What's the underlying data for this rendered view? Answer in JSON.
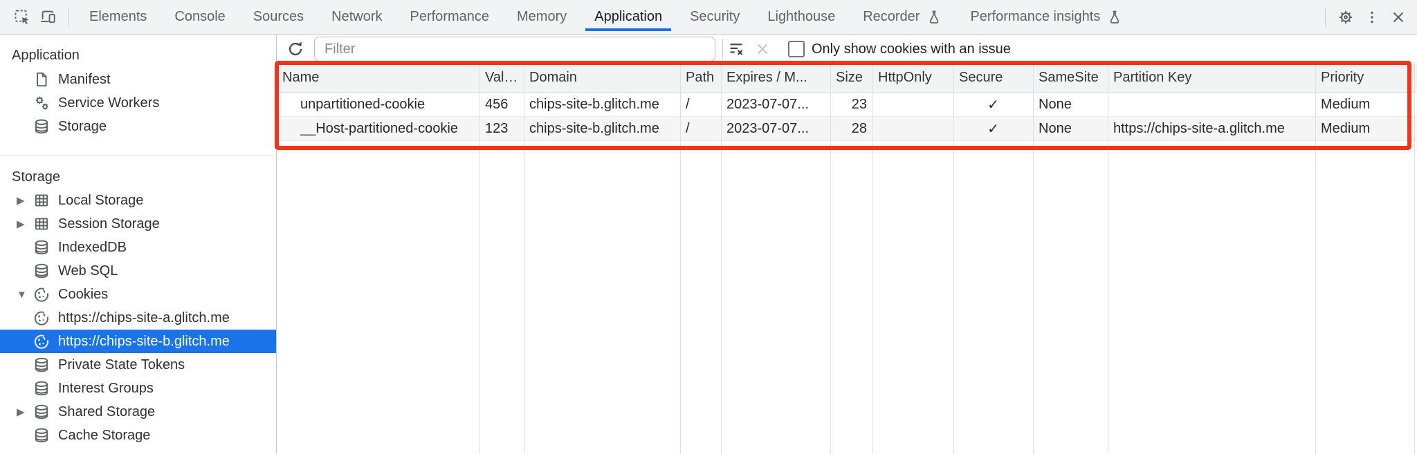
{
  "colors": {
    "accent": "#1a73e8",
    "highlight": "#f43318",
    "stripe": "#f5f5f5"
  },
  "tab_bar": {
    "tabs": [
      {
        "label": "Elements"
      },
      {
        "label": "Console"
      },
      {
        "label": "Sources"
      },
      {
        "label": "Network"
      },
      {
        "label": "Performance"
      },
      {
        "label": "Memory"
      },
      {
        "label": "Application",
        "active": true
      },
      {
        "label": "Security"
      },
      {
        "label": "Lighthouse"
      },
      {
        "label": "Recorder",
        "flask": true
      },
      {
        "label": "Performance insights",
        "flask": true
      }
    ]
  },
  "sidebar": {
    "app_section": {
      "title": "Application",
      "items": [
        {
          "label": "Manifest",
          "expander": ""
        },
        {
          "label": "Service Workers",
          "expander": ""
        },
        {
          "label": "Storage",
          "expander": ""
        }
      ]
    },
    "storage_section": {
      "title": "Storage",
      "items": [
        {
          "label": "Local Storage",
          "expander": "▶"
        },
        {
          "label": "Session Storage",
          "expander": "▶"
        },
        {
          "label": "IndexedDB",
          "expander": ""
        },
        {
          "label": "Web SQL",
          "expander": ""
        },
        {
          "label": "Cookies",
          "expander": "▼"
        },
        {
          "label": "https://chips-site-a.glitch.me",
          "expander": ""
        },
        {
          "label": "https://chips-site-b.glitch.me",
          "expander": ""
        },
        {
          "label": "Private State Tokens",
          "expander": ""
        },
        {
          "label": "Interest Groups",
          "expander": ""
        },
        {
          "label": "Shared Storage",
          "expander": "▶"
        },
        {
          "label": "Cache Storage",
          "expander": ""
        }
      ]
    }
  },
  "filter_bar": {
    "placeholder": "Filter",
    "checkbox_label": "Only show cookies with an issue"
  },
  "cookies_table": {
    "columns": [
      "Name",
      "Value",
      "Domain",
      "Path",
      "Expires / M...",
      "Size",
      "HttpOnly",
      "Secure",
      "SameSite",
      "Partition Key",
      "Priority"
    ],
    "rows": [
      {
        "name": "unpartitioned-cookie",
        "value": "456",
        "domain": "chips-site-b.glitch.me",
        "path": "/",
        "expires": "2023-07-07...",
        "size": "23",
        "http_only": "",
        "secure": "✓",
        "same_site": "None",
        "partition_key": "",
        "priority": "Medium"
      },
      {
        "name": "__Host-partitioned-cookie",
        "value": "123",
        "domain": "chips-site-b.glitch.me",
        "path": "/",
        "expires": "2023-07-07...",
        "size": "28",
        "http_only": "",
        "secure": "✓",
        "same_site": "None",
        "partition_key": "https://chips-site-a.glitch.me",
        "priority": "Medium"
      }
    ]
  }
}
